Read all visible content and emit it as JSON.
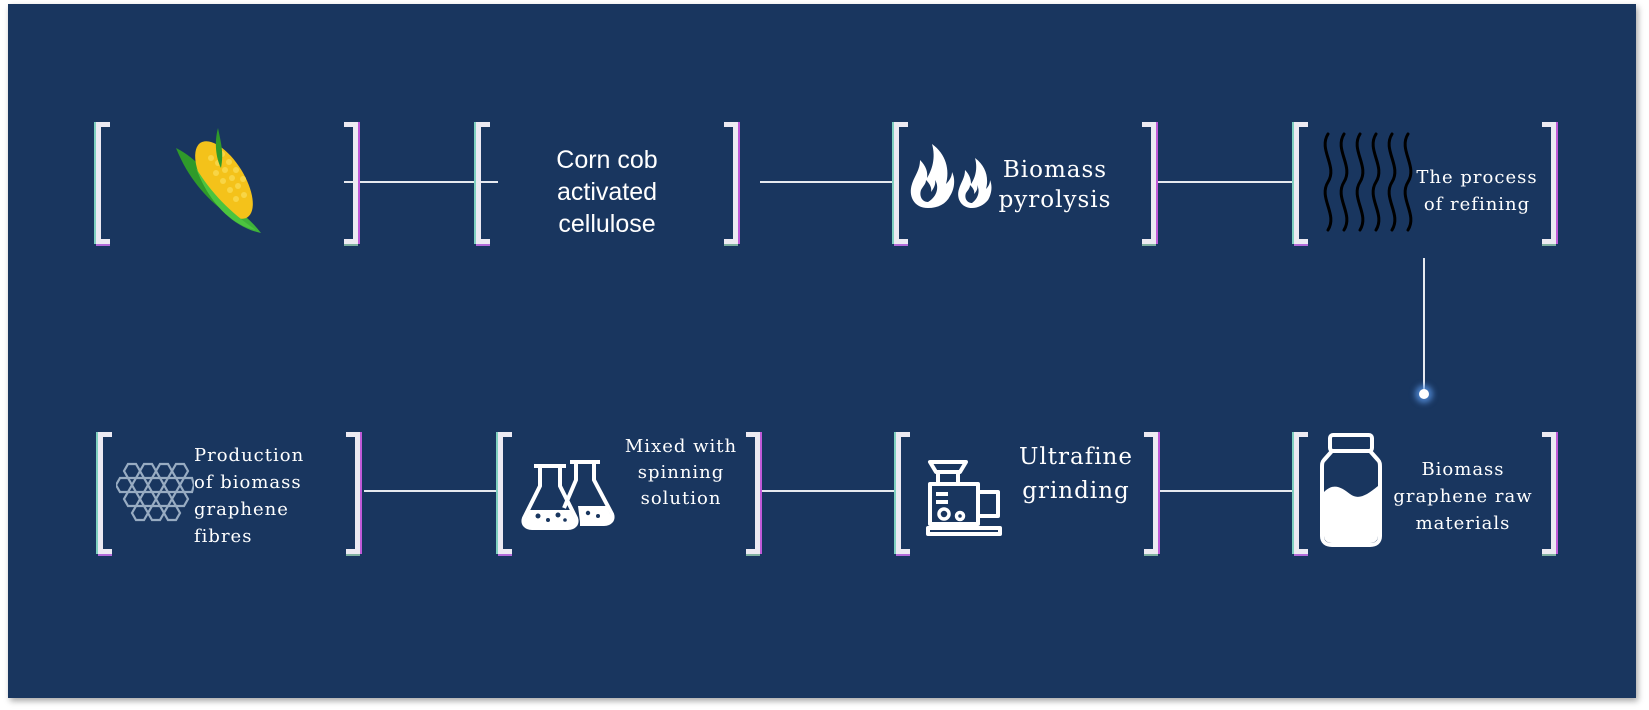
{
  "steps": {
    "corn": {
      "label": ""
    },
    "cellulose": {
      "line1": "Corn cob",
      "line2": "activated",
      "line3": "cellulose"
    },
    "pyrolysis": {
      "line1": "Biomass",
      "line2": "pyrolysis"
    },
    "refining": {
      "line1": "The process",
      "line2": "of refining"
    },
    "raw": {
      "line1": "Biomass",
      "line2": "graphene raw",
      "line3": "materials"
    },
    "grinding": {
      "line1": "Ultrafine",
      "line2": "grinding"
    },
    "mixed": {
      "line1": "Mixed with",
      "line2": "spinning",
      "line3": "solution"
    },
    "production": {
      "line1": "Production",
      "line2": "of biomass",
      "line3": "graphene",
      "line4": "fibres"
    }
  },
  "icons": {
    "corn": "corn-icon",
    "fire": "fire-icon",
    "waves": "wave-lines-icon",
    "jar": "jar-icon",
    "grinder": "meat-grinder-icon",
    "flasks": "flask-icon",
    "hexagon": "hexagon-mesh-icon"
  },
  "colors": {
    "background": "#19365f",
    "bracket": "#eceaf2",
    "text": "#ffffff",
    "connector": "#e6e9ef"
  }
}
